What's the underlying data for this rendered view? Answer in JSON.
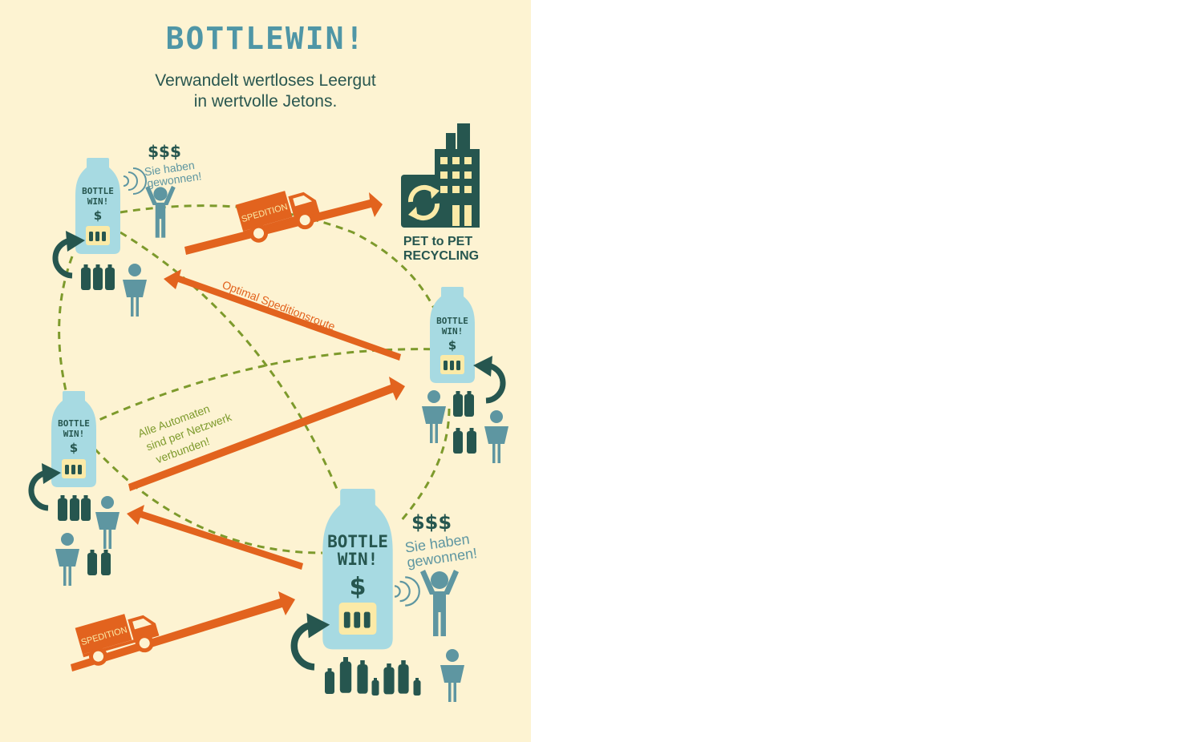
{
  "poster": {
    "title": "BOTTLEWIN!",
    "subtitle_line1": "Verwandelt wertloses Leergut",
    "subtitle_line2": "in wertvolle Jetons."
  },
  "machine": {
    "line1": "BOTTLE",
    "line2": "WIN!",
    "currency": "$"
  },
  "win": {
    "money": "$$$",
    "line1": "Sie haben",
    "line2": "gewonnen!"
  },
  "truck": {
    "label": "SPEDITION"
  },
  "recycling": {
    "line1": "PET to PET",
    "line2": "RECYCLING"
  },
  "route": {
    "label": "Optimal Speditionsroute"
  },
  "network": {
    "line1": "Alle Automaten",
    "line2": "sind per Netzwerk",
    "line3": "verbunden!"
  },
  "colors": {
    "background": "#fdf3d2",
    "orange": "#e2631e",
    "dark_green": "#26564f",
    "light_blue": "#a7dae2",
    "teal": "#5e96a1",
    "dashed_green": "#7d9a2c",
    "cream_label": "#fbeaa7"
  }
}
